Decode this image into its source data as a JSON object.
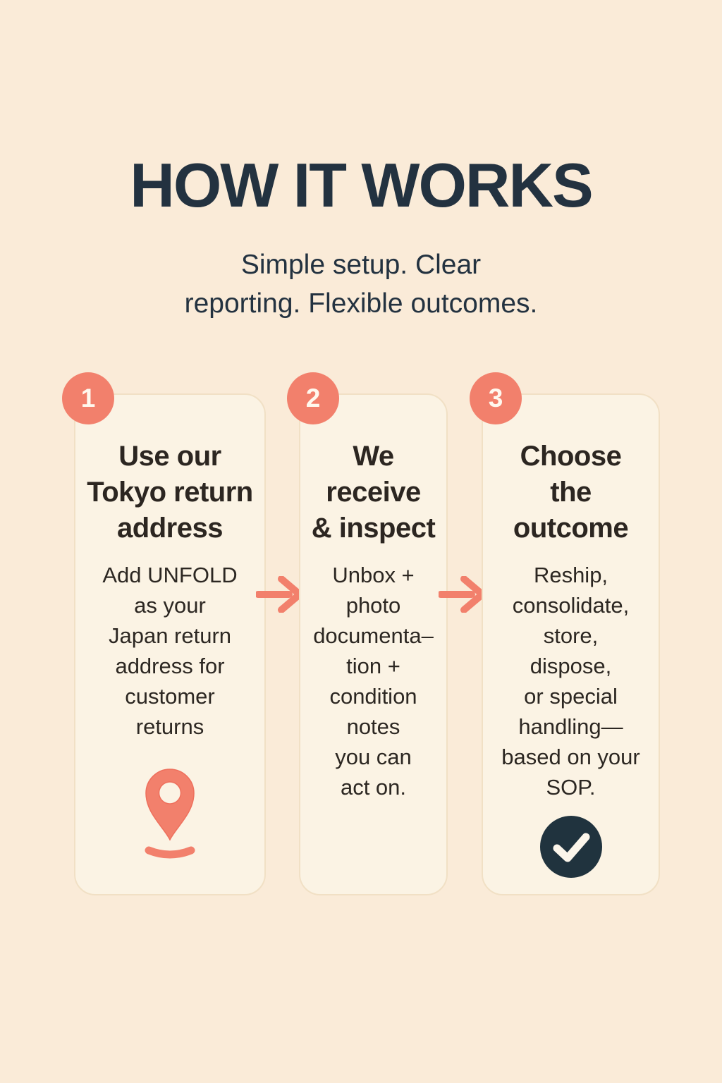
{
  "header": {
    "title": "HOW IT WORKS",
    "subtitle": "Simple setup. Clear\nreporting. Flexible outcomes."
  },
  "steps": [
    {
      "number": "1",
      "title": "Use our\nTokyo return\naddress",
      "body": "Add UNFOLD\nas your\nJapan return\naddress for\ncustomer\nreturns",
      "icon": "location-pin-icon"
    },
    {
      "number": "2",
      "title": "We\nreceive\n& inspect",
      "body": "Unbox +\nphoto\ndocumenta–\ntion +\ncondition\nnotes\nyou can\nact on.",
      "icon": null
    },
    {
      "number": "3",
      "title": "Choose\nthe\noutcome",
      "body": "Reship,\nconsolidate,\nstore,\ndispose,\nor special\nhandling—\nbased on your\nSOP.",
      "icon": "check-circle-icon"
    }
  ],
  "icons": {
    "between_steps": "arrow-right-icon"
  },
  "colors": {
    "page_background": "#FAEBD8",
    "card_background": "#FBF3E4",
    "card_border": "#F1E0C5",
    "accent_coral": "#F2806C",
    "heading_navy": "#233240",
    "card_text": "#2C2722",
    "check_circle_navy": "#20333E",
    "badge_number_white": "#FFF8EE"
  }
}
